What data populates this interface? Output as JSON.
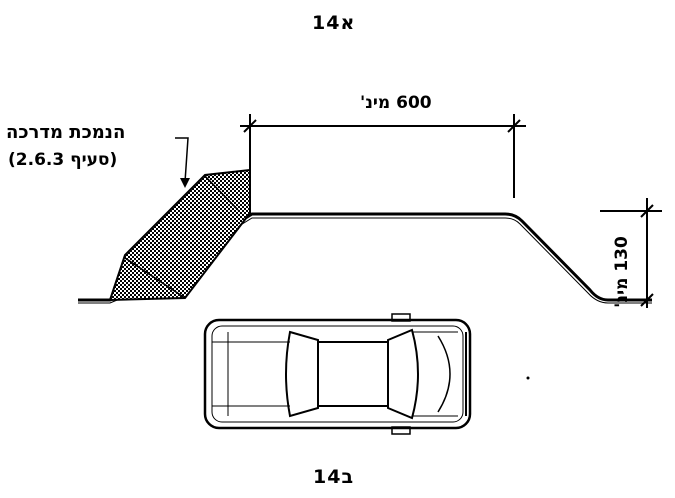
{
  "figure": {
    "top_label": "א14",
    "bottom_label": "ב14"
  },
  "callout": {
    "line1": "הנמכת מדרכה",
    "line2": "(סעיף 2.6.3)"
  },
  "dimensions": {
    "length_label": "600 מינ'",
    "height_label": "130 מינ'"
  }
}
